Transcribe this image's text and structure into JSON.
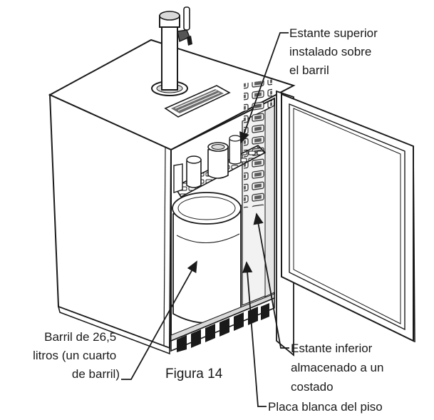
{
  "figure": {
    "caption": "Figura 14"
  },
  "callouts": {
    "top_shelf": [
      "Estante superior",
      "instalado sobre",
      "el barril"
    ],
    "keg": [
      "Barril de 26,5",
      "litros (un cuarto",
      "de barril)"
    ],
    "lower_shelf": [
      "Estante inferior",
      "almacenado a un",
      "costado"
    ],
    "floor_plate": [
      "Placa blanca del piso"
    ]
  },
  "colors": {
    "line": "#1a1a1a",
    "panel": "#ffffff",
    "shade": "#d9d9d9",
    "dark": "#555555"
  }
}
